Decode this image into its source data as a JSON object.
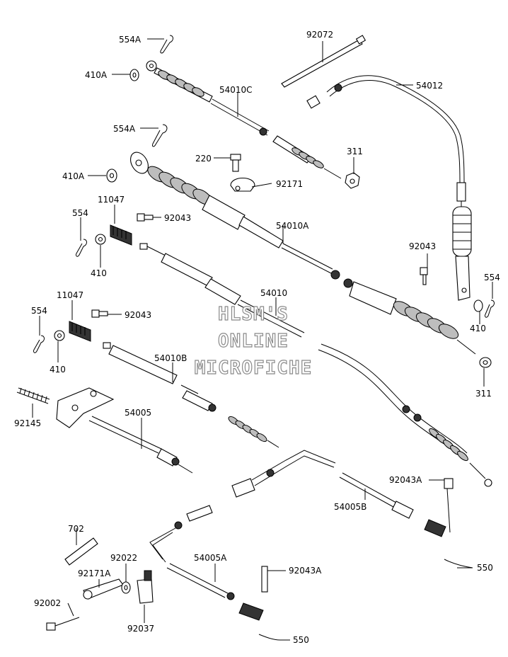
{
  "labels": {
    "l554A_1": "554A",
    "l410A_1": "410A",
    "l54010C": "54010C",
    "l92072": "92072",
    "l54012": "54012",
    "l554A_2": "554A",
    "l220": "220",
    "l311_1": "311",
    "l410A_2": "410A",
    "l92171": "92171",
    "l11047_1": "11047",
    "l554_1": "554",
    "l92043_1": "92043",
    "l54010A": "54010A",
    "l410_1": "410",
    "l92043_2": "92043",
    "l554_2": "554",
    "l54010": "54010",
    "l11047_2": "11047",
    "l554_3": "554",
    "l92043_3": "92043",
    "l410_2": "410",
    "l410_3": "410",
    "l54010B": "54010B",
    "l311_2": "311",
    "l92145": "92145",
    "l54005": "54005",
    "l92043A_1": "92043A",
    "l54005B": "54005B",
    "l702": "702",
    "l54005A": "54005A",
    "l92022": "92022",
    "l92043A_2": "92043A",
    "l550_1": "550",
    "l92171A": "92171A",
    "l92002": "92002",
    "l92037": "92037",
    "l550_2": "550"
  },
  "watermark": {
    "line1": "HLSM'S",
    "line2": "ONLINE",
    "line3": "MICROFICHE"
  }
}
